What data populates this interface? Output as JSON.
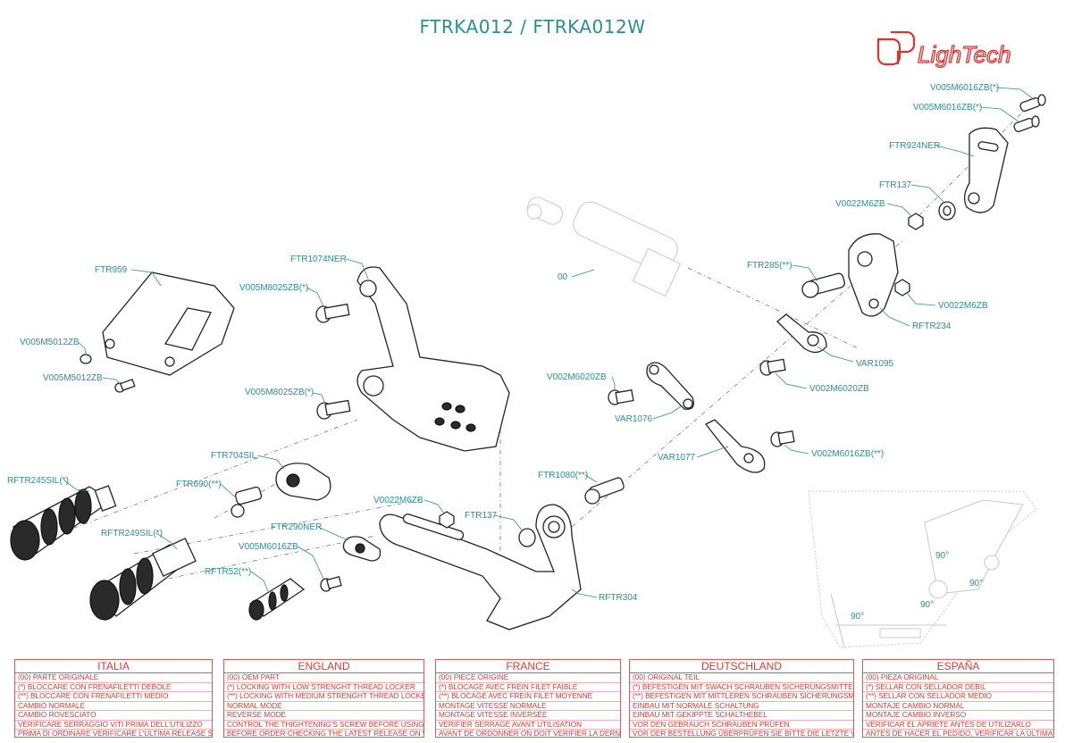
{
  "title": "FTRKA012 / FTRKA012W",
  "logo": {
    "text": "LighTech",
    "color": "#e03030"
  },
  "accent_color": "#2a8f8f",
  "legend_color": "#d83a3a",
  "labels": {
    "v005m6016zb_a": "V005M6016ZB(*)",
    "v005m6016zb_b": "V005M6016ZB(*)",
    "ftr924ner": "FTR924NER",
    "ftr137_top": "FTR137",
    "v0022m6zb_top": "V0022M6ZB",
    "ftr285": "FTR285(**)",
    "v0022m6zb_mid": "V0022M6ZB",
    "rftr234": "RFTR234",
    "part00": "00",
    "ftr959": "FTR959",
    "v005m5012zb_a": "V005M5012ZB",
    "v005m5012zb_b": "V005M5012ZB",
    "ftr1074ner": "FTR1074NER",
    "v005m8025zb_a": "V005M8025ZB(*)",
    "v005m8025zb_b": "V005M8025ZB(*)",
    "var1095": "VAR1095",
    "v002m6020zb_r": "V002M6020ZB",
    "v002m6020zb_l": "V002M6020ZB",
    "var1076": "VAR1076",
    "var1077": "VAR1077",
    "v002m6016zb": "V002M6016ZB(**)",
    "rftr245sil": "RFTR245SIL(*)",
    "ftr704sil": "FTR704SIL",
    "ftr690": "FTR690(**)",
    "ftr1080": "FTR1080(**)",
    "v0022m6zb_low": "V0022M6ZB",
    "ftr137_low": "FTR137",
    "rftr249sil": "RFTR249SIL(*)",
    "ftr290ner": "FTR290NER",
    "v005m6016zb_low": "V005M6016ZB",
    "rftr52": "RFTR52(**)",
    "rftr304": "RFTR304"
  },
  "angles": [
    "90°",
    "90°",
    "90°",
    "90°"
  ],
  "legend": [
    {
      "heading": "ITALIA",
      "lines": [
        "(00) PARTE ORIGINALE",
        "(*)   BLOCCARE CON FRENAFILETTI DEBOLE",
        "(**)  BLOCCARE CON FRENAFILETTI MEDIO",
        "CAMBIO NORMALE",
        "CAMBIO ROVESCIATO",
        "VERIFICARE SERRAGGIO VITI PRIMA DELL'UTILIZZO",
        "PRIMA DI ORDINARE VERIFICARE L'ULTIMA RELEASE SUL SITO"
      ]
    },
    {
      "heading": "ENGLAND",
      "lines": [
        "(00) OEM PART",
        "(*)    LOCKING WITH LOW STRENGHT THREAD LOCKER",
        "(**)   LOCKING WITH MEDIUM STRENGHT THREAD LOCKER",
        "NORMAL MODE",
        "REVERSE MODE",
        "CONTROL THE THIGHTENING'S SCREW BEFORE USING",
        "BEFORE ORDER CHECKING THE LATEST RELEASE ON WEBSITE"
      ]
    },
    {
      "heading": "FRANCE",
      "lines": [
        "(00) PIECE ORIGINE",
        "(*)    BLOCAGE AVEC FREIN FILET FAIBLE",
        "(**)   BLOCAGE AVEC FREIN FILET MOYENNE",
        "MONTAGE VITESSE NORMALE",
        "MONTAGE VITESSE INVERSÉE",
        "VERIFIER SERRAGE AVANT UTILISATION",
        "AVANT DE ORDONNER ON DOIT VERIFIER LA DERNIÈRE RELEASE SUR LE SITE INTERNET"
      ]
    },
    {
      "heading": "DEUTSCHLAND",
      "lines": [
        "(00) ORIGINAL TEIL",
        "(*)    BEFESTIGEN MIT SWACH SCHRAUBEN SICHERUNGSMITTEL",
        "(**)   BEFESTIGEN MIT MITTLEREN SCHRAUBEN SICHERUNGSMITTEL",
        "EINBAU MIT NORMALE SCHALTUNG",
        "EINBAU MIT GEKIPPTE SCHALTHEBEL",
        "VOR DEN GEBRAUCH SCHRAUBEN PRÜFEN",
        "VOR DER BESTELLUNG ÜBERPRÜFEN SIE BITTE DIE LETZTE VERSION DIESER ARTIKEL AUF DER INTERNET SEITE VON LIGHTECH"
      ]
    },
    {
      "heading": "ESPAÑA",
      "lines": [
        "(00) PIEZA ORIGINAL",
        "(*)   SELLAR CON SELLADOR DEBIL",
        "(**)  SELLAR CON SELLADOR MEDIO",
        "MONTAJE  CAMBIO NORMAL",
        "MONTAJE CAMBIO INVERSO",
        "VERIFICAR EL APRIETE ANTES DE UTILIZARLO",
        "ANTES DE HACER EL PEDIDO, VERIFICAR LA ULTIMA VERSION EN LA WEB LIGHTECH"
      ]
    }
  ]
}
